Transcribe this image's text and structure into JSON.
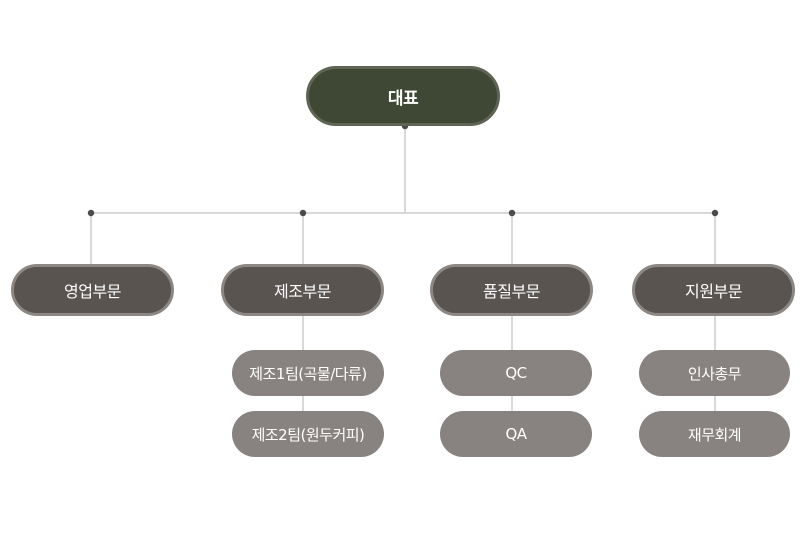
{
  "org": {
    "root": "대표",
    "departments": [
      {
        "label": "영업부문",
        "teams": []
      },
      {
        "label": "제조부문",
        "teams": [
          "제조1팀(곡물/다류)",
          "제조2팀(원두커피)"
        ]
      },
      {
        "label": "품질부문",
        "teams": [
          "QC",
          "QA"
        ]
      },
      {
        "label": "지원부문",
        "teams": [
          "인사총무",
          "재무회계"
        ]
      }
    ]
  },
  "colors": {
    "root_fill": "#3f4735",
    "root_border": "#5e6653",
    "dept_fill": "#5a5450",
    "dept_border": "#8c8783",
    "team_fill": "#888380",
    "line": "#cccccc",
    "dot": "#4a4a4a"
  }
}
